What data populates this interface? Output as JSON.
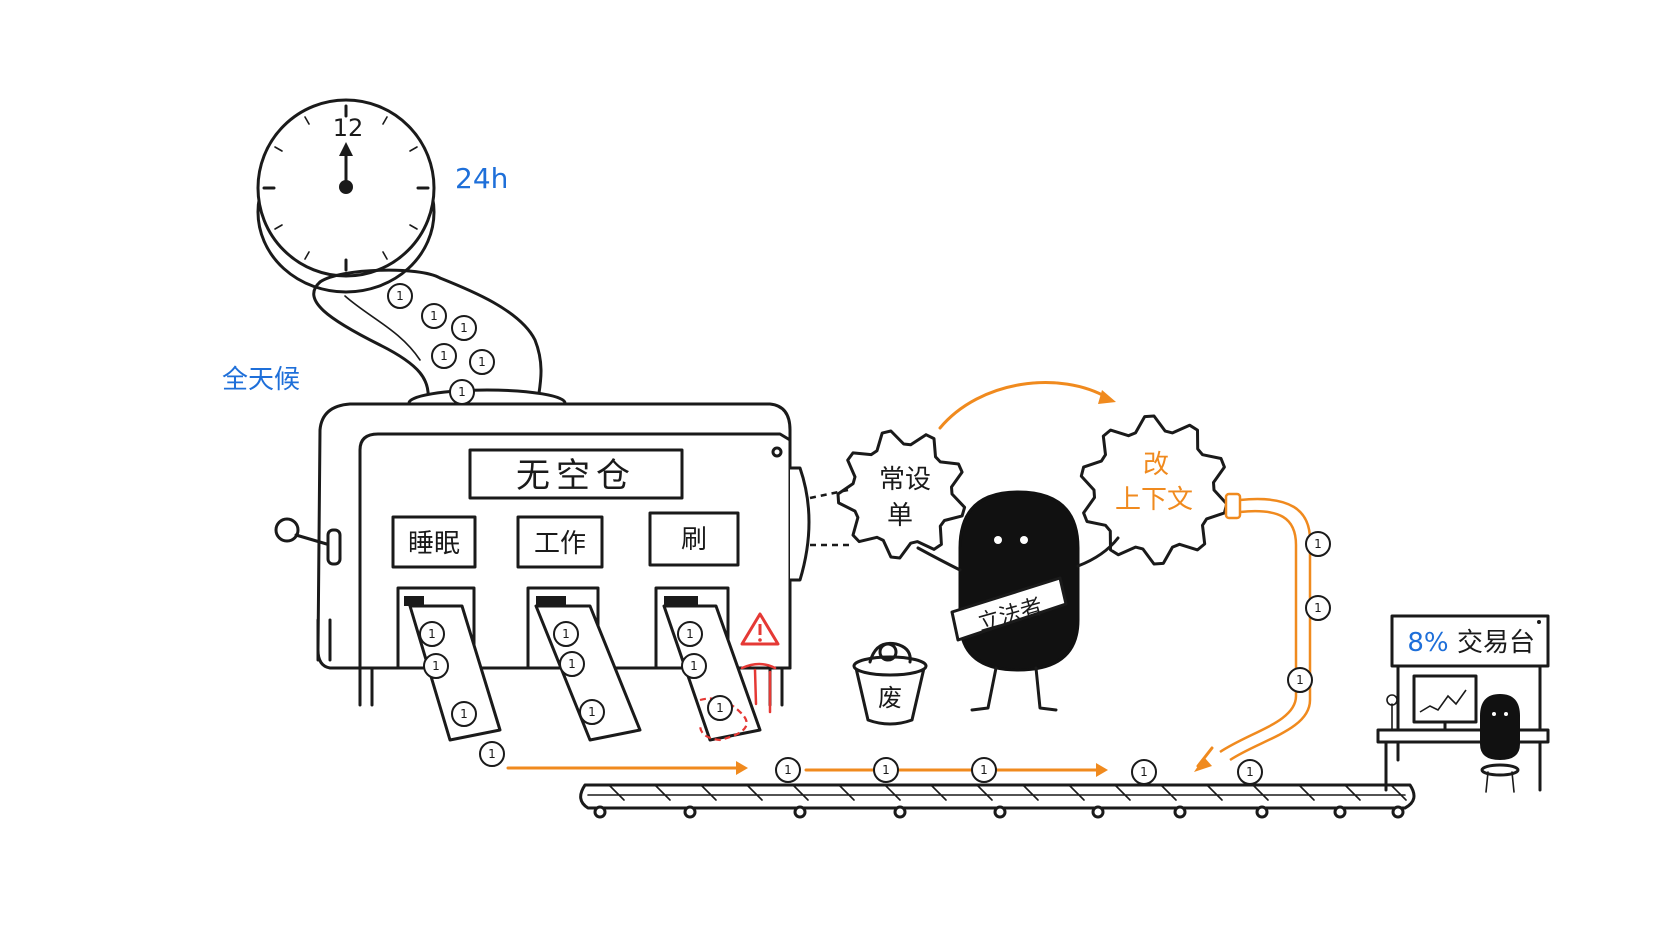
{
  "clock": {
    "number": "12",
    "label_24h": "24h"
  },
  "left_label": "全天候",
  "machine": {
    "title": "无空仓",
    "slots": [
      {
        "label": "睡眠"
      },
      {
        "label": "工作"
      },
      {
        "label": "刷"
      }
    ]
  },
  "gear_left": {
    "lines": [
      "常设",
      "单"
    ]
  },
  "gear_right": {
    "lines": [
      "改",
      "上下文"
    ]
  },
  "sash": "立法者",
  "trash": "废",
  "trading_desk": {
    "pct": "8%",
    "label": "交易台"
  },
  "coin_value": "1",
  "colors": {
    "ink": "#1a1a1a",
    "accent_orange": "#f08a1e",
    "accent_blue": "#1e6fd9",
    "warning_red": "#e53935"
  }
}
